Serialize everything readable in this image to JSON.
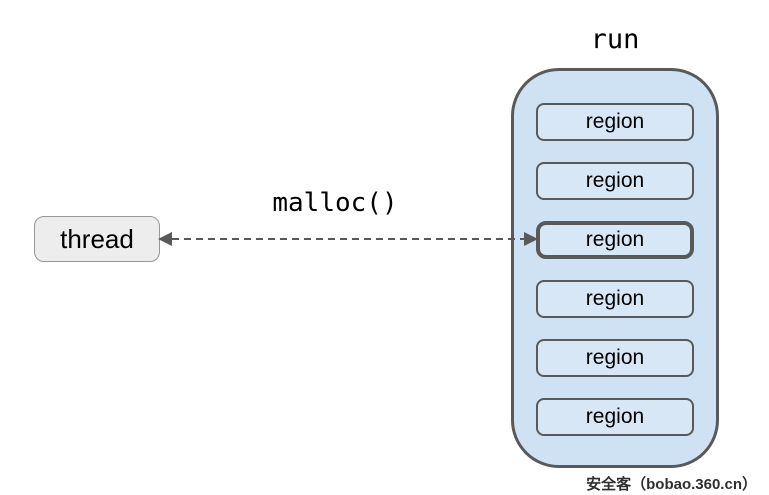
{
  "diagram": {
    "thread": {
      "label": "thread"
    },
    "arrow": {
      "label": "malloc()",
      "style": "dashed",
      "direction": "both"
    },
    "run_container": {
      "label": "run",
      "regions": [
        {
          "label": "region",
          "highlighted": false
        },
        {
          "label": "region",
          "highlighted": false
        },
        {
          "label": "region",
          "highlighted": true
        },
        {
          "label": "region",
          "highlighted": false
        },
        {
          "label": "region",
          "highlighted": false
        },
        {
          "label": "region",
          "highlighted": false
        }
      ]
    }
  },
  "watermark": {
    "text": "安全客（bobao.360.cn）"
  },
  "colors": {
    "background": "#ffffff",
    "container_fill": "#cfe2f3",
    "region_fill": "#d8e7f6",
    "dark_border": "#595959",
    "thread_fill": "#ededed",
    "thread_border": "#989898",
    "text": "#000000"
  }
}
